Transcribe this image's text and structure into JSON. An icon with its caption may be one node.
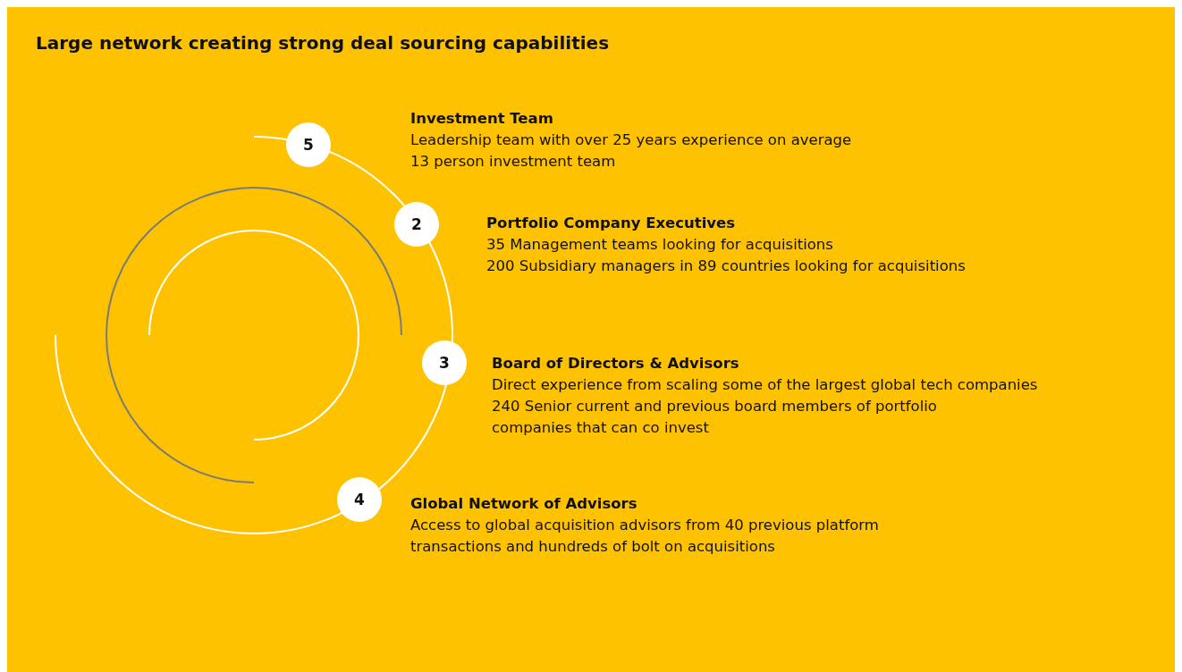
{
  "diagram": {
    "title": "Large network creating strong deal sourcing capabilities",
    "nodes": [
      {
        "text": [
          "5"
        ],
        "beside": [
          "Investment Team",
          "Leadership team with over 25 years experience on average",
          "13 person investment team"
        ]
      },
      {
        "text": [
          "2"
        ],
        "beside": [
          "Portfolio Company Executives",
          "35 Management teams looking for acquisitions",
          "200 Subsidiary managers in 89 countries looking for acquisitions"
        ]
      },
      {
        "text": [
          "3"
        ],
        "beside": [
          "Board of Directors & Advisors",
          "Direct experience from scaling some of the largest global tech companies",
          "240 Senior current and previous board members of portfolio companies that can co invest"
        ]
      },
      {
        "text": [
          "4"
        ],
        "beside": [
          "Global Network of Advisors",
          "Access to global acquisition advisors from 40 previous platform transactions and hundreds of bolt on acquisitions"
        ]
      }
    ]
  }
}
